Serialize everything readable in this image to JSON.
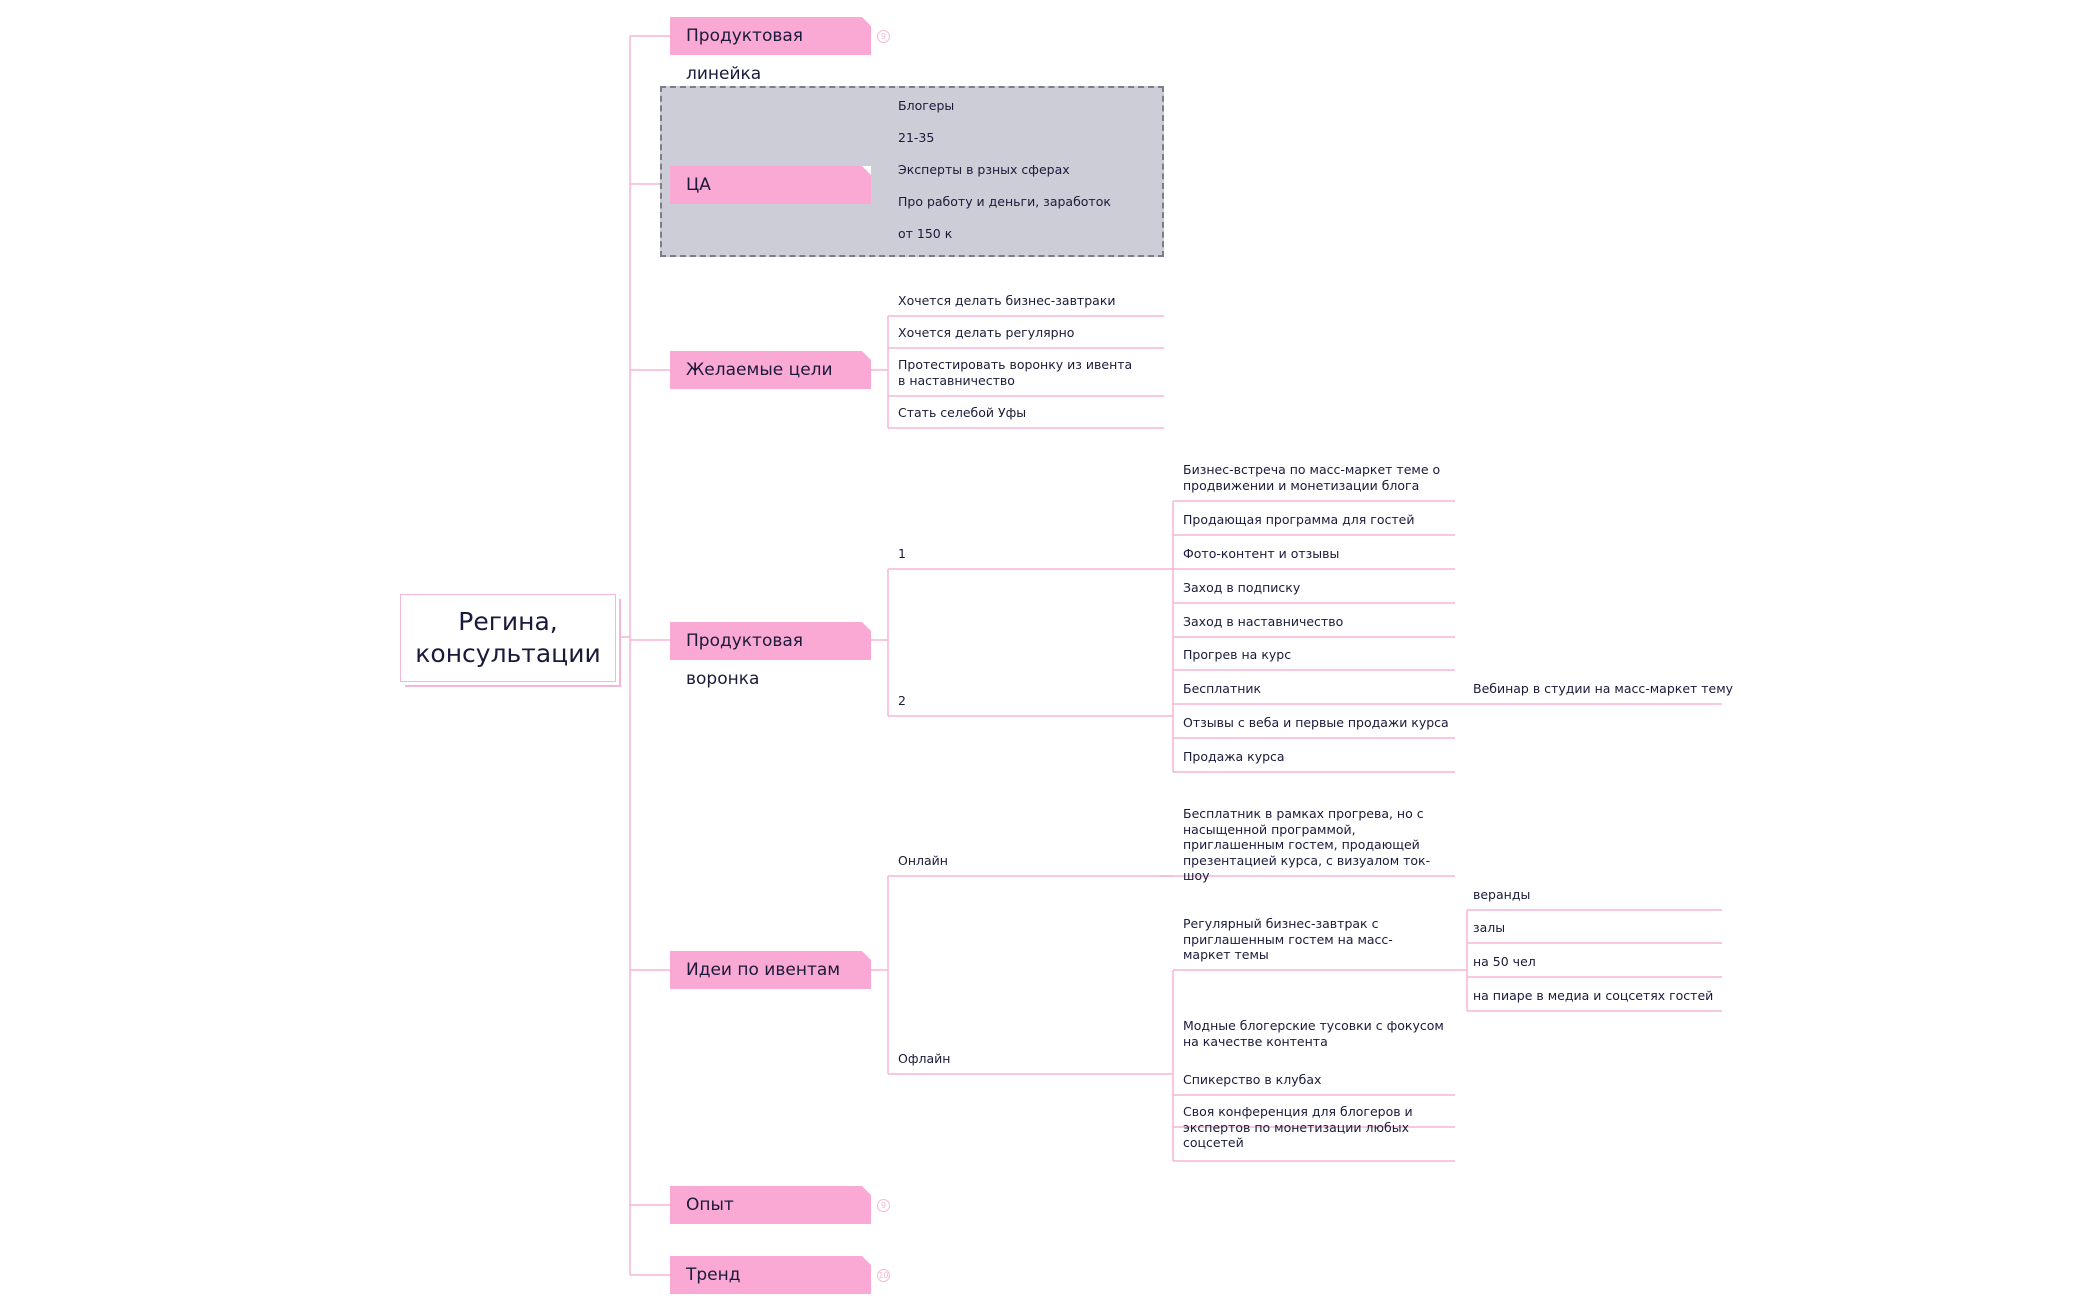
{
  "root": {
    "line1": "Регина,",
    "line2": "консультации"
  },
  "branches": {
    "product_line": {
      "label": "Продуктовая линейка",
      "badge": "9"
    },
    "ca": {
      "label": "ЦА"
    },
    "goals": {
      "label": "Желаемые цели"
    },
    "funnel": {
      "label": "Продуктовая воронка"
    },
    "ideas": {
      "label": "Идеи по ивентам"
    },
    "experience": {
      "label": "Опыт",
      "badge": "9"
    },
    "trend": {
      "label": "Тренд",
      "badge": "10"
    }
  },
  "ca_items": [
    "Блогеры",
    "21-35",
    "Эксперты в рзных сферах",
    "Про работу и деньги, заработок",
    "от 150 к"
  ],
  "goal_items": [
    "Хочется делать бизнес-завтраки",
    "Хочется делать регулярно",
    "Протестировать воронку из ивента в наставничество",
    "Стать селебой Уфы"
  ],
  "funnel": {
    "f1": {
      "label": "1",
      "items": [
        "Бизнес-встреча по масс-маркет теме о продвижении и монетизации блога",
        "Продающая программа для гостей",
        "Фото-контент и отзывы",
        "Заход в подписку",
        "Заход в наставничество"
      ]
    },
    "f2": {
      "label": "2",
      "items": [
        "Прогрев на курс",
        "Бесплатник",
        "Отзывы с веба и первые продажи курса",
        "Продажа курса"
      ],
      "sub": "Вебинар в студии на масс-маркет тему"
    }
  },
  "ideas": {
    "online": {
      "label": "Онлайн",
      "item": "Бесплатник в рамках прогрева, но с насыщенной программой, приглашенным гостем, продающей презентацией курса, с визуалом ток-шоу"
    },
    "offline": {
      "label": "Офлайн",
      "items": [
        "Регулярный бизнес-завтрак с приглашенным гостем на масс-маркет темы",
        "Модные блогерские тусовки с фокусом на качестве контента",
        "Спикерство в клубах",
        "Своя конференция для блогеров и экспертов по монетизации любых соцсетей"
      ],
      "sub": [
        "веранды",
        "залы",
        "на 50 чел",
        "на пиаре в медиа и соцсетях гостей"
      ]
    }
  }
}
